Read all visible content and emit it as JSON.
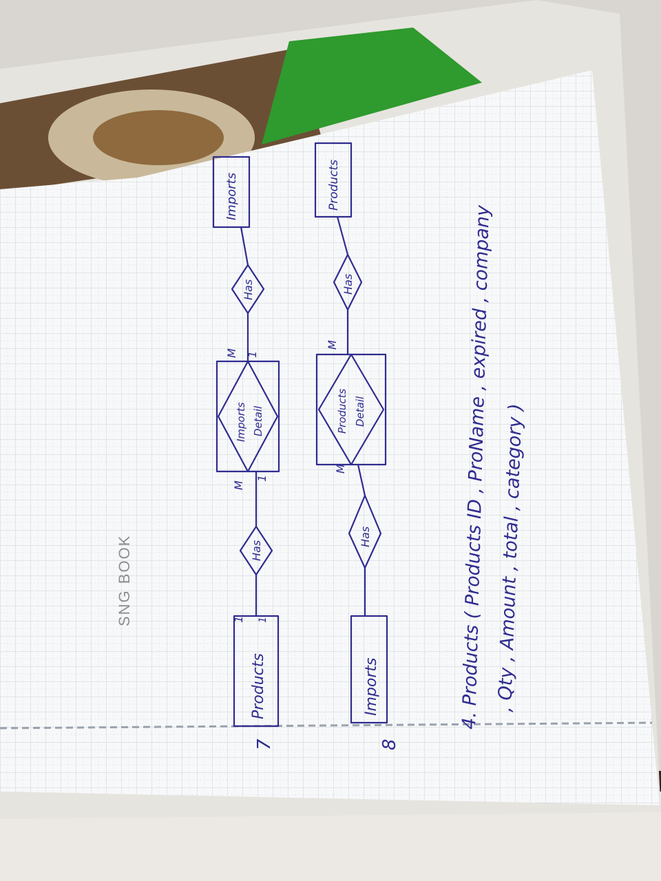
{
  "brand": {
    "footer": "SNG BOOK"
  },
  "diagrams": [
    {
      "number": "7",
      "left_entity": "Products",
      "left_rel": "Has",
      "assoc_entity_line1": "Imports",
      "assoc_entity_line2": "Detail",
      "right_rel": "Has",
      "right_entity": "Imports",
      "card_left_outer": "1",
      "card_left_outer_tick": "1",
      "card_assoc_left_M": "M",
      "card_assoc_left_1": "1",
      "card_assoc_right_M": "M",
      "card_assoc_right_1": "1"
    },
    {
      "number": "8",
      "left_entity": "Imports",
      "left_rel": "Has",
      "assoc_entity_line1": "Products",
      "assoc_entity_line2": "Detail",
      "right_rel": "Has",
      "right_entity": "Products",
      "card_assoc_left_M": "M",
      "card_assoc_right_M": "M"
    }
  ],
  "schema": {
    "line1": "4. Products ( Products ID , ProName , expired , company",
    "line2": ", Qty , Amount , total , category )"
  },
  "colors": {
    "ink": "#2f2c8f",
    "paper": "#f7f8f9",
    "grid": "#c9ced4",
    "cover_green": "#2f9a2e"
  }
}
